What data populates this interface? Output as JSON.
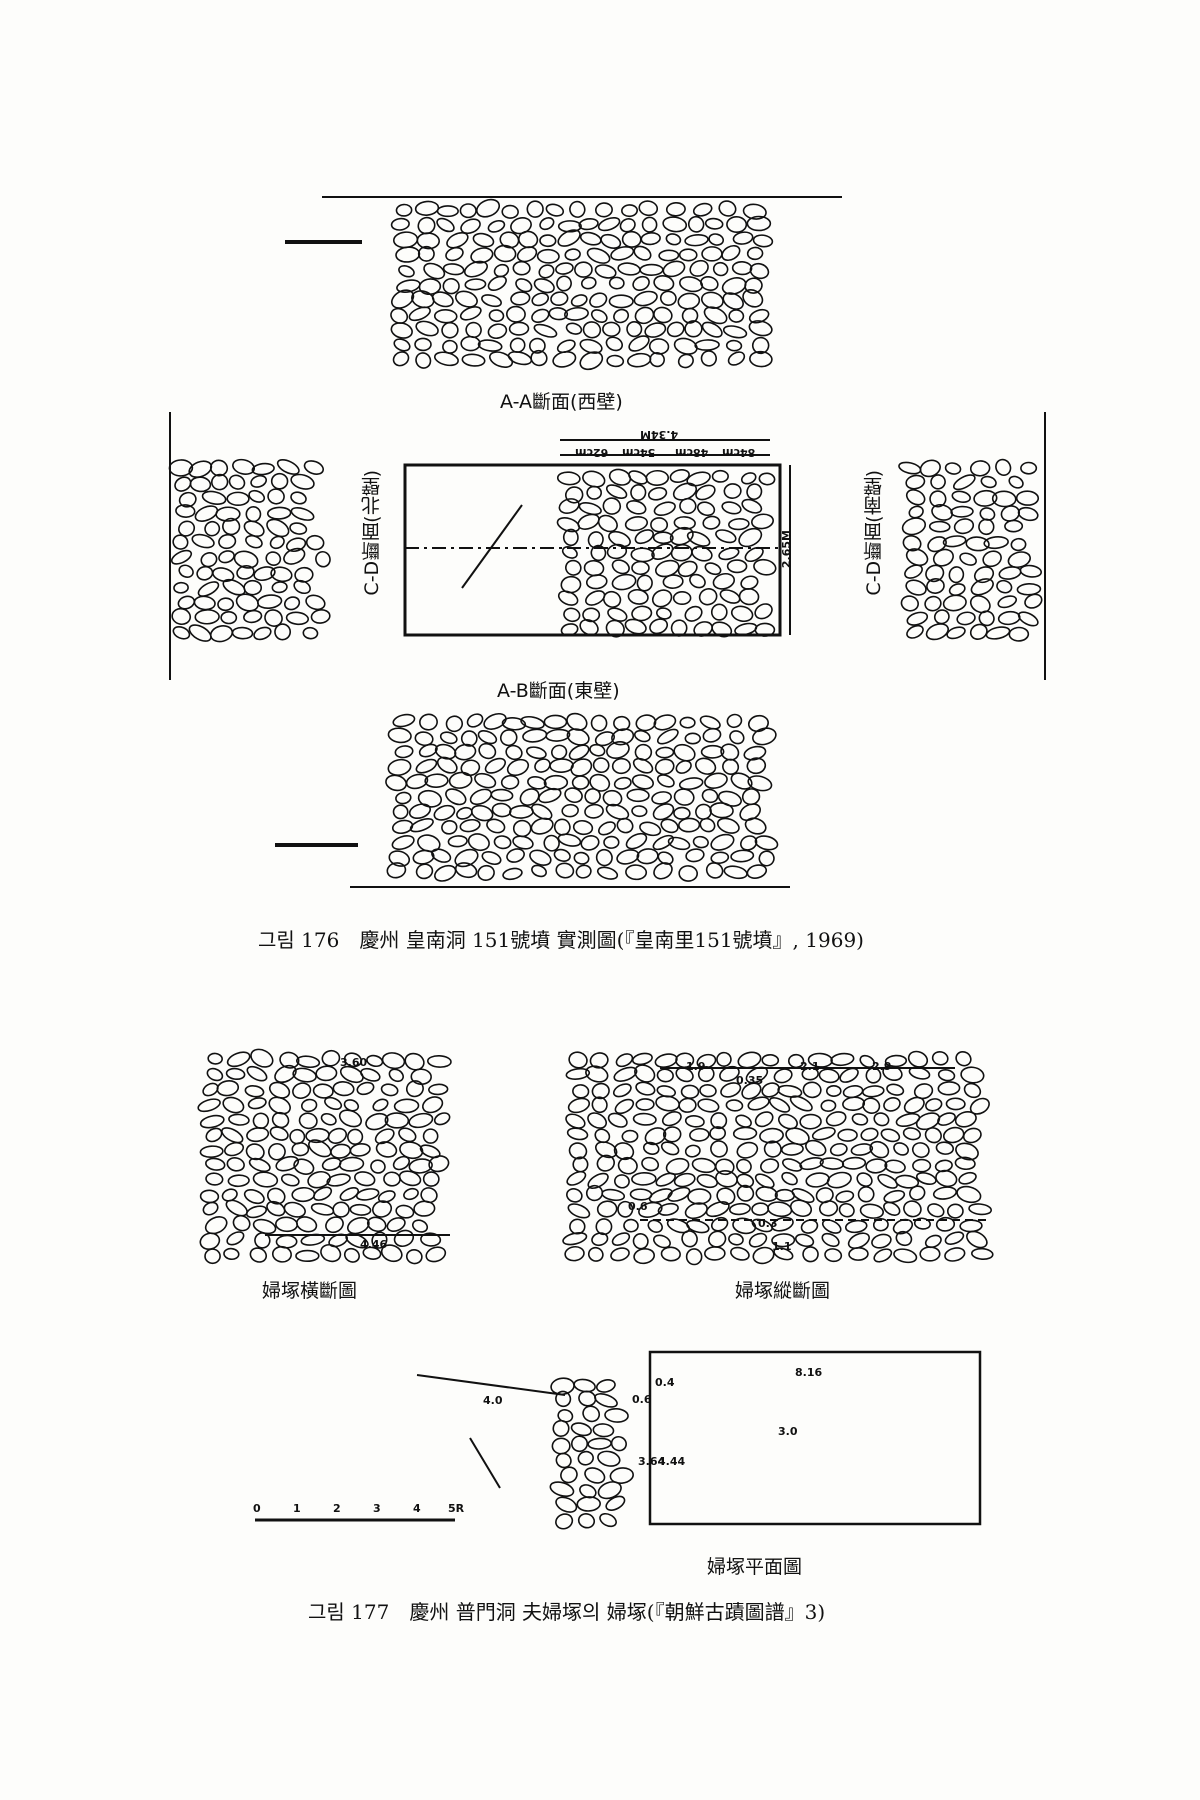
{
  "figure176": {
    "labels": {
      "west_wall": "A-A斷面(西壁)",
      "north_wall": "C-D斷面(北壁)",
      "south_wall": "C-D斷面(南壁)",
      "east_wall": "A-B斷面(東壁)"
    },
    "dimensions": {
      "total_length": "4.34M",
      "seg1": "84cm",
      "seg2": "48cm",
      "seg3": "54cm",
      "seg4": "62cm",
      "width": "2.65M"
    },
    "caption": "그림 176　慶州 皇南洞 151號墳 實測圖(『皇南里151號墳』, 1969)"
  },
  "figure177": {
    "cross_section": {
      "label": "婦塚橫斷圖",
      "dims": [
        "3.60",
        "4.46"
      ]
    },
    "longitudinal_section": {
      "label": "婦塚縱斷圖",
      "dims": [
        "1.9",
        "0.35",
        "2.1",
        "2.9",
        "0.6",
        "0.3",
        "1.1"
      ]
    },
    "plan": {
      "label": "婦塚平面圖",
      "dims": [
        "4.0",
        "0.4",
        "0.6",
        "8.16",
        "3.0",
        "3.64",
        "4.44"
      ]
    },
    "scale_bar": [
      "0",
      "1",
      "2",
      "3",
      "4",
      "5R"
    ],
    "caption": "그림 177　慶州 普門洞 夫婦塚의 婦塚(『朝鮮古蹟圖譜』3)"
  }
}
